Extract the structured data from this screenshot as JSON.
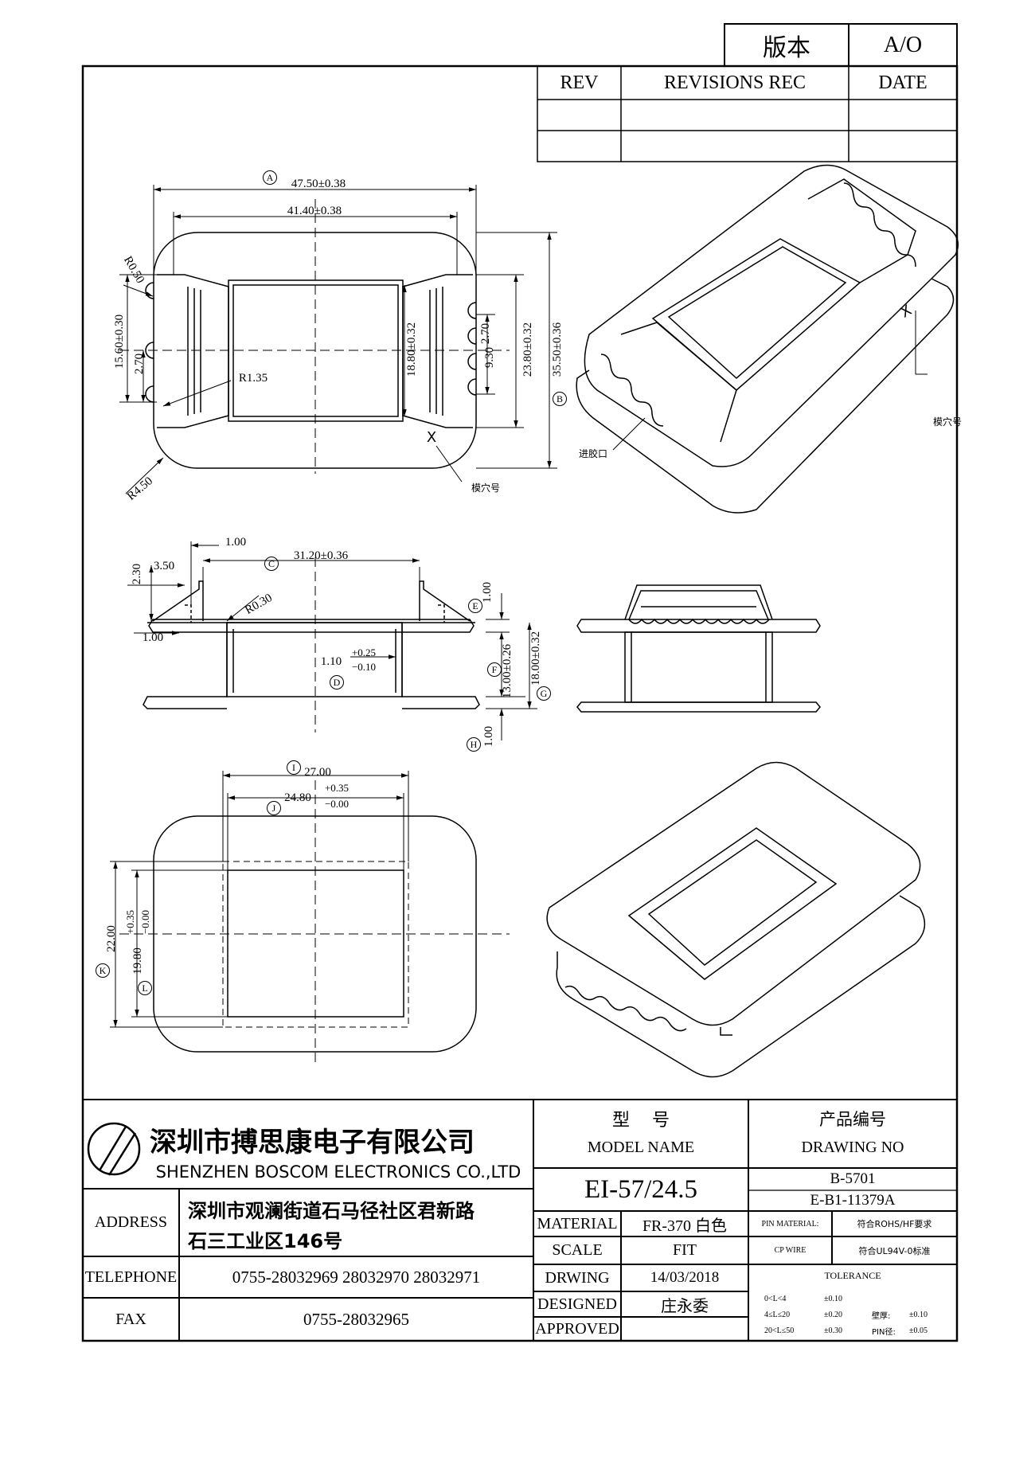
{
  "version_box": {
    "label": "版本",
    "value": "A/O"
  },
  "revisions": {
    "rev_header": "REV",
    "rec_header": "REVISIONS REC",
    "date_header": "DATE"
  },
  "top_view": {
    "dim_a_label": "A",
    "dim_a": "47.50±0.38",
    "dim_inner_width": "41.40±0.38",
    "dim_b_label": "B",
    "dim_b": "35.50±0.36",
    "dim_height_inner": "23.80±0.32",
    "dim_window": "18.80±0.32",
    "dim_pin_span": "9.30",
    "dim_pin_pitch_right": "2.70",
    "dim_pin_pitch_left": "2.70",
    "dim_left_span": "15.60±0.30",
    "radius_pin": "R0.50",
    "radius_slot": "R1.35",
    "radius_corner": "R4.50",
    "mark_x": "X",
    "cavity_label": "模穴号"
  },
  "iso_top": {
    "mark_x": "X",
    "cavity_label": "模穴号",
    "gate_label": "进胶口"
  },
  "side_view": {
    "dim_wall": "1.00",
    "dim_c_label": "C",
    "dim_c": "31.20±0.36",
    "dim_left_w": "3.50",
    "dim_left_h": "2.30",
    "dim_bottom_left": "1.00",
    "radius": "R0.30",
    "dim_d_label": "D",
    "dim_d_base": "1.10",
    "dim_d_plus": "+0.25",
    "dim_d_minus": "−0.10",
    "dim_e_label": "E",
    "dim_e": "1.00",
    "dim_f_label": "F",
    "dim_f": "13.00±0.26",
    "dim_g_label": "G",
    "dim_g": "18.00±0.32",
    "dim_h_label": "H",
    "dim_h": "1.00"
  },
  "bottom_view": {
    "dim_i_label": "I",
    "dim_i": "27.00",
    "dim_j_label": "J",
    "dim_j_base": "24.80",
    "dim_j_plus": "+0.35",
    "dim_j_minus": "−0.00",
    "dim_k_label": "K",
    "dim_k": "22.00",
    "dim_l_label": "L",
    "dim_l_base": "19.80",
    "dim_l_plus": "+0.35",
    "dim_l_minus": "−0.00"
  },
  "company": {
    "name_cn": "深圳市搏思康电子有限公司",
    "name_en": "SHENZHEN BOSCOM ELECTRONICS CO.,LTD",
    "address_label": "ADDRESS",
    "address_line1": "深圳市观澜街道石马径社区君新路",
    "address_line2": "石三工业区146号",
    "telephone_label": "TELEPHONE",
    "telephone": "0755-28032969 28032970 28032971",
    "fax_label": "FAX",
    "fax": "0755-28032965"
  },
  "model": {
    "label_cn": "型    号",
    "label_en": "MODEL NAME",
    "value": "EI-57/24.5"
  },
  "drawing_no": {
    "label_cn": "产品编号",
    "label_en": "DRAWING NO",
    "value1": "B-5701",
    "value2": "E-B1-11379A"
  },
  "material": {
    "label": "MATERIAL",
    "value": "FR-370 白色"
  },
  "scale": {
    "label": "SCALE",
    "value": "FIT"
  },
  "drawing_date": {
    "label": "DRWING",
    "value": "14/03/2018"
  },
  "designed": {
    "label": "DESIGNED",
    "value": "庄永委"
  },
  "approved": {
    "label": "APPROVED",
    "value": ""
  },
  "pin_material": {
    "label": "PIN MATERIAL:",
    "value": "符合ROHS/HF要求"
  },
  "cp_wire": {
    "label": "CP WIRE",
    "value": "符合UL94V-0标准"
  },
  "tolerance": {
    "title": "TOLERANCE",
    "r1_range": "0<L<4",
    "r1_tol": "±0.10",
    "r2_range": "4≤L≤20",
    "r2_tol": "±0.20",
    "r3_range": "20<L≤50",
    "r3_tol": "±0.30",
    "wall_label": "壁厚:",
    "wall_tol": "±0.10",
    "pin_label": "PIN径:",
    "pin_tol": "±0.05"
  }
}
